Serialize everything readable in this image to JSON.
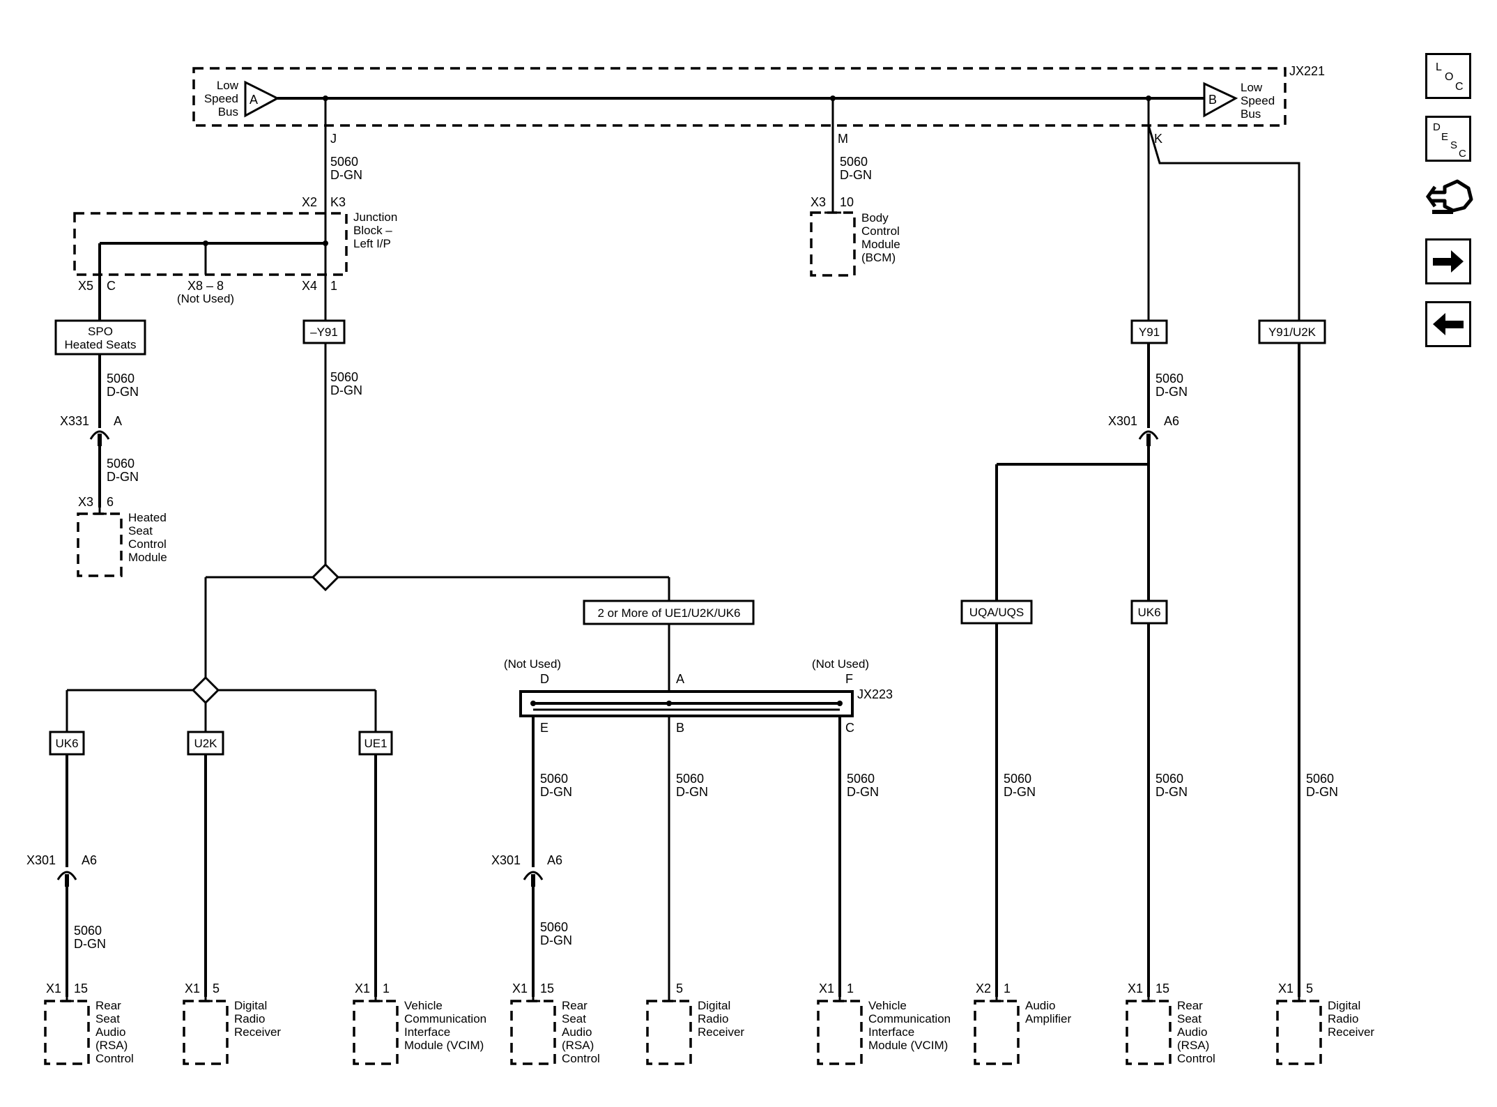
{
  "connectors": {
    "jx221": "JX221",
    "jx223": "JX223",
    "bus_a_pin": "A",
    "bus_b_pin": "B",
    "bus_left_label": [
      "Low",
      "Speed",
      "Bus"
    ],
    "bus_right_label": [
      "Low",
      "Speed",
      "Bus"
    ],
    "pin_j": "J",
    "pin_m": "M",
    "pin_k": "K"
  },
  "wire": {
    "circuit": "5060",
    "color": "D-GN"
  },
  "junction_block": {
    "name": [
      "Junction",
      "Block –",
      "Left I/P"
    ],
    "x2": "X2",
    "k3": "K3",
    "x5": "X5",
    "c": "C",
    "x8": "X8 – 8",
    "not_used": "(Not Used)",
    "x4": "X4",
    "pin1": "1"
  },
  "bcm": {
    "x3": "X3",
    "pin": "10",
    "name": [
      "Body",
      "Control",
      "Module",
      "(BCM)"
    ]
  },
  "options": {
    "spo": [
      "SPO",
      "Heated Seats"
    ],
    "neg_y91": "–Y91",
    "y91": "Y91",
    "y91_u2k": "Y91/U2K",
    "two_or_more": "2 or More of UE1/U2K/UK6",
    "uk6": "UK6",
    "u2k": "U2K",
    "ue1": "UE1",
    "uqa_uqs": "UQA/UQS"
  },
  "inline": {
    "x331": "X331",
    "a": "A",
    "x301": "X301",
    "a6": "A6"
  },
  "heated_seat": {
    "x3": "X3",
    "pin": "6",
    "name": [
      "Heated",
      "Seat",
      "Control",
      "Module"
    ]
  },
  "jx223_pins": {
    "d": "D",
    "a": "A",
    "f": "F",
    "e": "E",
    "b": "B",
    "c": "C",
    "not_used": "(Not Used)"
  },
  "components": [
    {
      "conn": "X1",
      "pin": "15",
      "name": [
        "Rear",
        "Seat",
        "Audio",
        "(RSA)",
        "Control"
      ]
    },
    {
      "conn": "X1",
      "pin": "5",
      "name": [
        "Digital",
        "Radio",
        "Receiver"
      ]
    },
    {
      "conn": "X1",
      "pin": "1",
      "name": [
        "Vehicle",
        "Communication",
        "Interface",
        "Module (VCIM)"
      ]
    },
    {
      "conn": "X1",
      "pin": "15",
      "name": [
        "Rear",
        "Seat",
        "Audio",
        "(RSA)",
        "Control"
      ]
    },
    {
      "conn": "",
      "pin": "5",
      "name": [
        "Digital",
        "Radio",
        "Receiver"
      ]
    },
    {
      "conn": "X1",
      "pin": "1",
      "name": [
        "Vehicle",
        "Communication",
        "Interface",
        "Module (VCIM)"
      ]
    },
    {
      "conn": "X2",
      "pin": "1",
      "name": [
        "Audio",
        "Amplifier"
      ]
    },
    {
      "conn": "X1",
      "pin": "15",
      "name": [
        "Rear",
        "Seat",
        "Audio",
        "(RSA)",
        "Control"
      ]
    },
    {
      "conn": "X1",
      "pin": "5",
      "name": [
        "Digital",
        "Radio",
        "Receiver"
      ]
    }
  ],
  "nav": {
    "loc": [
      "L",
      "O",
      "C"
    ],
    "desc": [
      "D",
      "E",
      "S",
      "C"
    ],
    "icons": [
      "connector-end-view-icon",
      "arrow-right-icon",
      "arrow-left-icon"
    ]
  }
}
